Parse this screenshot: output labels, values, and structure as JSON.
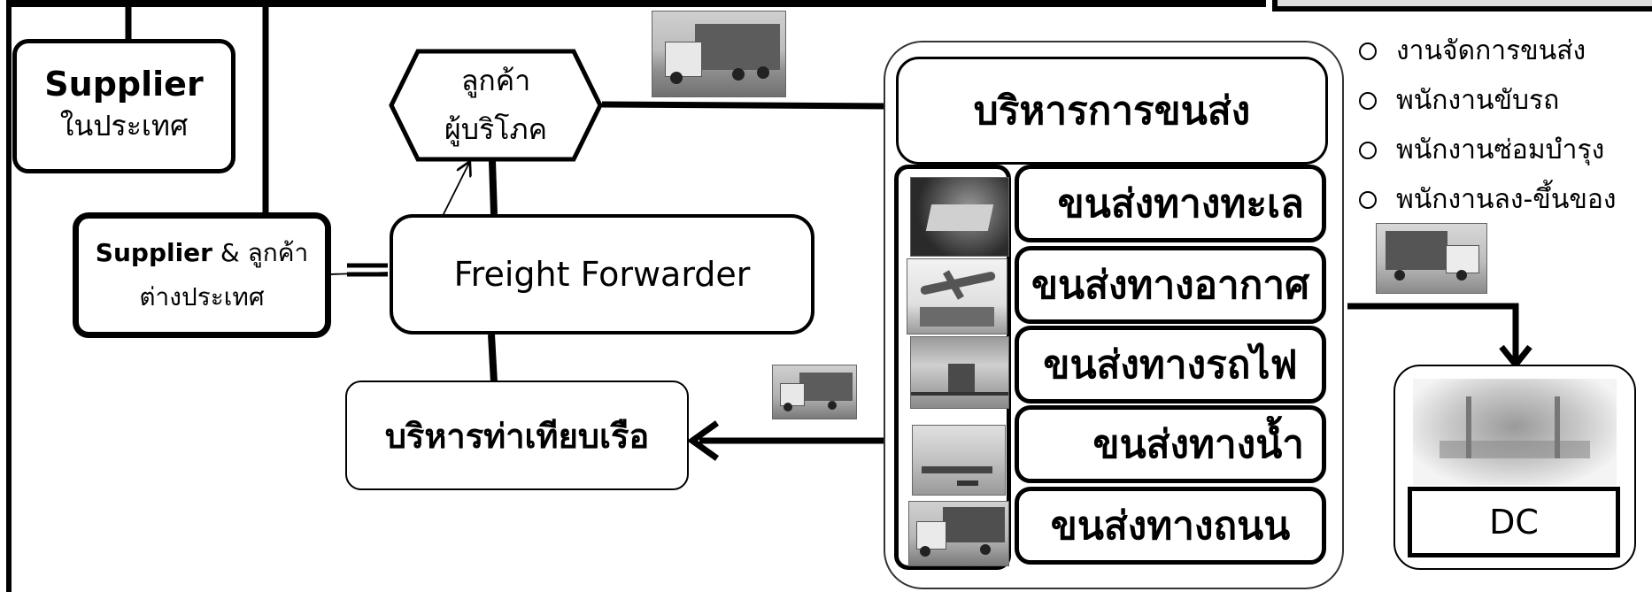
{
  "nodes": {
    "supplier_domestic": {
      "line1": "Supplier",
      "line2": "ในประเทศ"
    },
    "supplier_foreign": {
      "bold": "Supplier",
      "rest": " & ลูกค้า",
      "line2": "ต่างประเทศ"
    },
    "consumer": {
      "line1": "ลูกค้า",
      "line2": "ผู้บริโภค"
    },
    "freight_forwarder": {
      "label": "Freight Forwarder"
    },
    "port_management": {
      "label": "บริหารท่าเทียบเรือ"
    },
    "transport_management": {
      "label": "บริหารการขนส่ง"
    },
    "dc": {
      "label": "DC"
    }
  },
  "transport_modes": [
    {
      "label": "ขนส่งทางทะเล",
      "icon": "ship-icon"
    },
    {
      "label": "ขนส่งทางอากาศ",
      "icon": "airplane-icon"
    },
    {
      "label": "ขนส่งทางรถไฟ",
      "icon": "train-icon"
    },
    {
      "label": "ขนส่งทางน้ำ",
      "icon": "boat-icon"
    },
    {
      "label": "ขนส่งทางถนน",
      "icon": "truck-icon"
    }
  ],
  "staff_list": [
    "งานจัดการขนส่ง",
    "พนักงานขับรถ",
    "พนักงานซ่อมบำรุง",
    "พนักงานลง-ขึ้นของ"
  ],
  "colors": {
    "line": "#000000",
    "background": "#ffffff",
    "photo_tone": "#8a8a8a"
  }
}
